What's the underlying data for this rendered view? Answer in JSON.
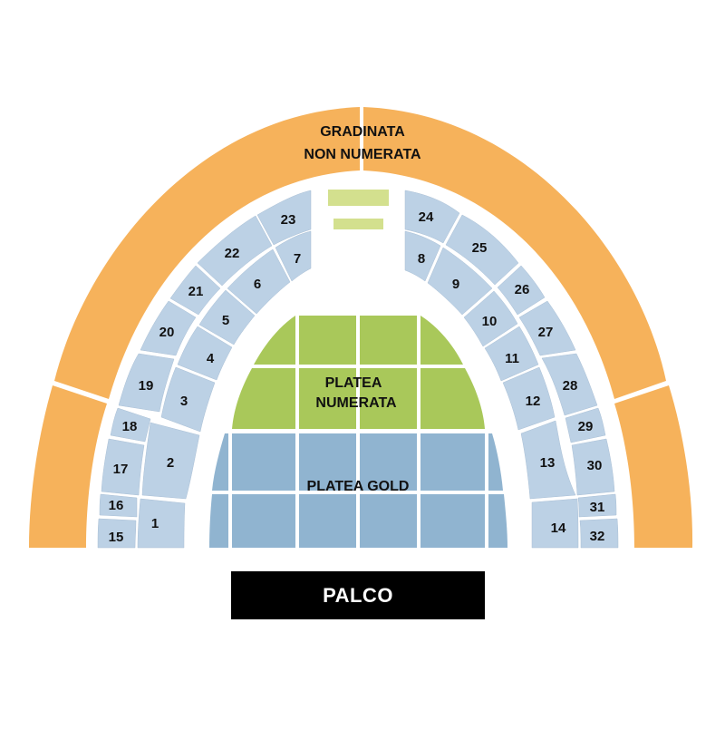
{
  "colors": {
    "gradinata": "#f6b25b",
    "tribune": "#bcd1e5",
    "platea_numerata": "#a9c85a",
    "platea_gold": "#90b4d0",
    "extra_zone": "#d3e08e",
    "stage": "#000000",
    "divider": "#ffffff"
  },
  "gradinata": {
    "label_line1": "GRADINATA",
    "label_line2": "NON NUMERATA"
  },
  "platea_numerata": {
    "label_line1": "PLATEA",
    "label_line2": "NUMERATA"
  },
  "platea_gold": {
    "label": "PLATEA GOLD"
  },
  "stage": {
    "label": "PALCO"
  },
  "sectors": {
    "s1": "1",
    "s2": "2",
    "s3": "3",
    "s4": "4",
    "s5": "5",
    "s6": "6",
    "s7": "7",
    "s8": "8",
    "s9": "9",
    "s10": "10",
    "s11": "11",
    "s12": "12",
    "s13": "13",
    "s14": "14",
    "s15": "15",
    "s16": "16",
    "s17": "17",
    "s18": "18",
    "s19": "19",
    "s20": "20",
    "s21": "21",
    "s22": "22",
    "s23": "23",
    "s24": "24",
    "s25": "25",
    "s26": "26",
    "s27": "27",
    "s28": "28",
    "s29": "29",
    "s30": "30",
    "s31": "31",
    "s32": "32"
  }
}
